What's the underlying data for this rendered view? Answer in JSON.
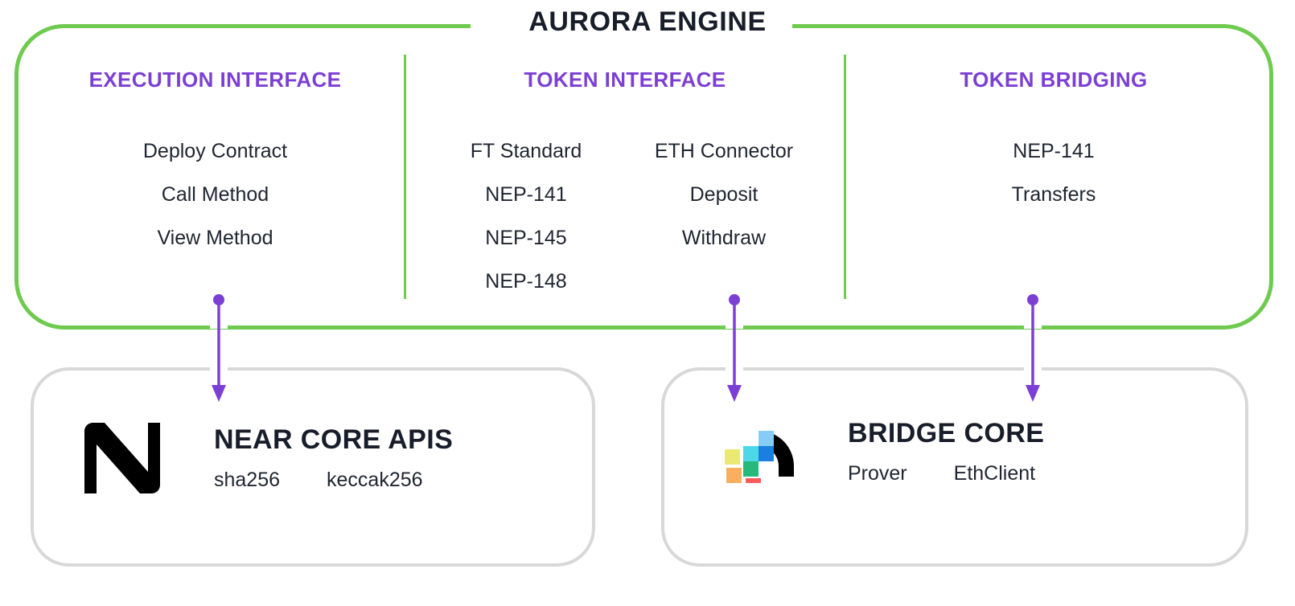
{
  "engine": {
    "title": "AURORA ENGINE",
    "border_color": "#6ecb4f",
    "columns": [
      {
        "heading": "EXECUTION INTERFACE",
        "items": [
          "Deploy Contract",
          "Call Method",
          "View Method"
        ]
      },
      {
        "heading": "TOKEN INTERFACE",
        "groups": [
          {
            "title": "FT Standard",
            "items": [
              "NEP-141",
              "NEP-145",
              "NEP-148"
            ]
          },
          {
            "title": "ETH Connector",
            "items": [
              "Deposit",
              "Withdraw"
            ]
          }
        ]
      },
      {
        "heading": "TOKEN BRIDGING",
        "items": [
          "NEP-141",
          "Transfers"
        ]
      }
    ],
    "heading_color": "#7c3fd4"
  },
  "core_boxes": [
    {
      "logo": "near-logo-icon",
      "title": "NEAR CORE APIS",
      "items": [
        "sha256",
        "keccak256"
      ],
      "border_color": "#d8d8d8"
    },
    {
      "logo": "rainbow-bridge-logo-icon",
      "title": "BRIDGE CORE",
      "items": [
        "Prover",
        "EthClient"
      ],
      "border_color": "#d8d8d8"
    }
  ],
  "connectors": {
    "color": "#7c3fd4",
    "arrows": [
      {
        "name": "execution-to-near-core-arrow"
      },
      {
        "name": "token-interface-to-bridge-core-arrow"
      },
      {
        "name": "token-bridging-to-bridge-core-arrow"
      }
    ]
  },
  "bridge_logo_colors": {
    "arc": "#000000",
    "light_blue": "#85cdf5",
    "blue": "#1b7fe0",
    "cyan": "#4dd8e8",
    "green": "#27b87c",
    "yellow": "#ece972",
    "orange": "#fbae5d",
    "red": "#fb5a5a"
  }
}
